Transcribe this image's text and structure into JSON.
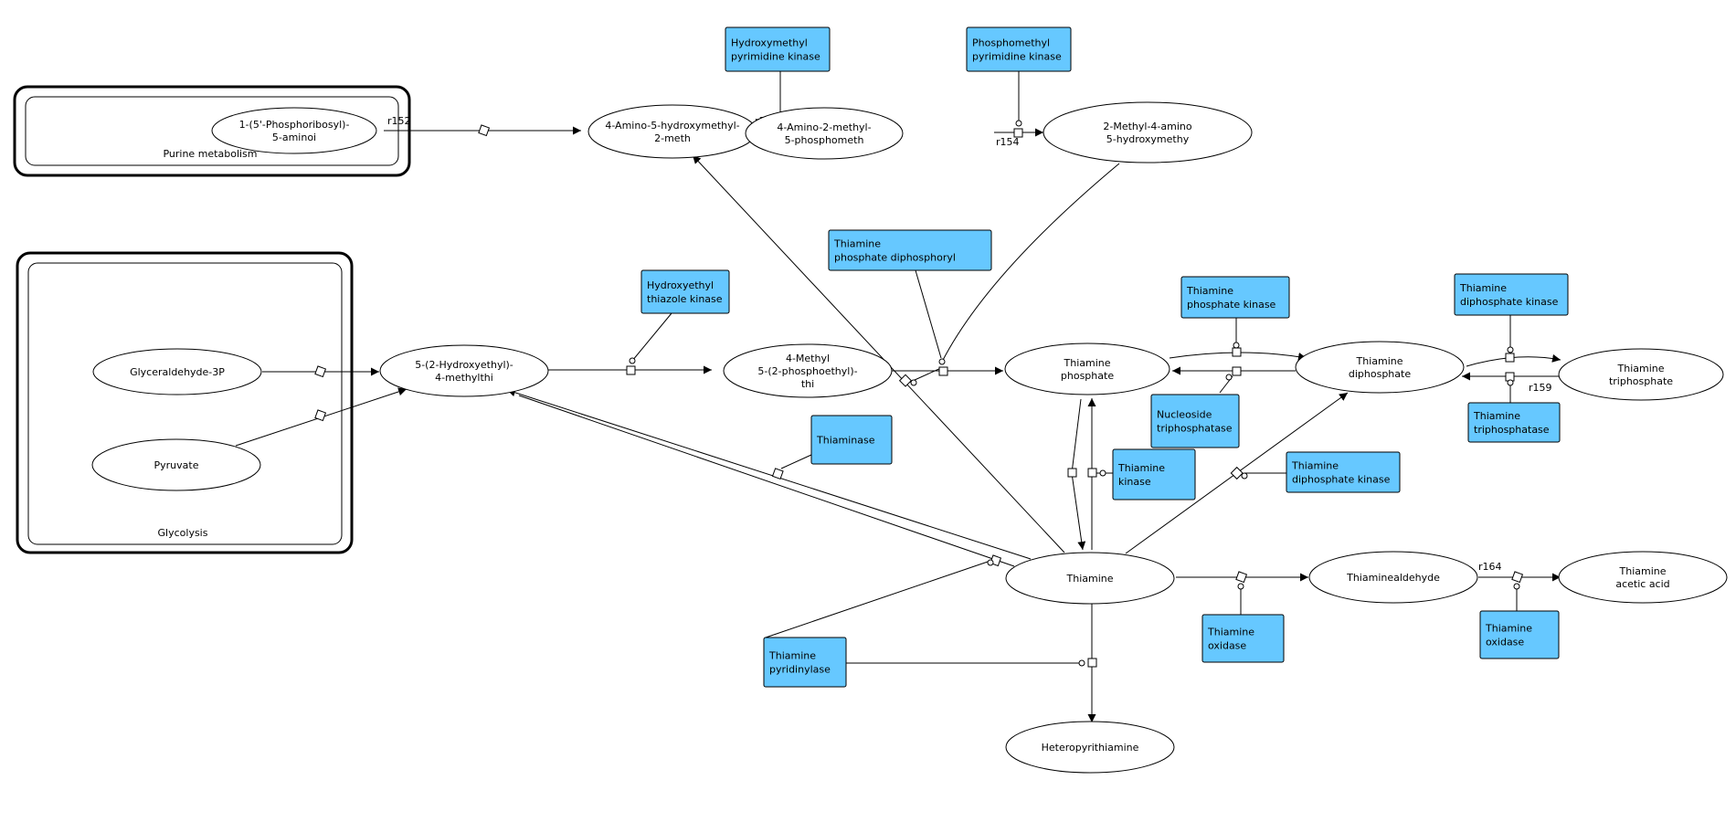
{
  "compartments": [
    {
      "id": "purine",
      "label": "Purine metabolism"
    },
    {
      "id": "glyco",
      "label": "Glycolysis"
    }
  ],
  "nodes": [
    {
      "id": "prib",
      "lines": [
        "1-(5'-Phosphoribosyl)-",
        "5-aminoi"
      ]
    },
    {
      "id": "ahm",
      "lines": [
        "4-Amino-5-hydroxymethyl-",
        "2-meth"
      ]
    },
    {
      "id": "amp",
      "lines": [
        "4-Amino-2-methyl-",
        "5-phosphometh"
      ]
    },
    {
      "id": "mah",
      "lines": [
        "2-Methyl-4-amino",
        "5-hydroxymethy"
      ]
    },
    {
      "id": "g3p",
      "lines": [
        "Glyceraldehyde-3P"
      ]
    },
    {
      "id": "pyr",
      "lines": [
        "Pyruvate"
      ]
    },
    {
      "id": "hmt",
      "lines": [
        "5-(2-Hydroxyethyl)-",
        "4-methylthi"
      ]
    },
    {
      "id": "mpt",
      "lines": [
        "4-Methyl",
        "5-(2-phosphoethyl)-",
        "thi"
      ]
    },
    {
      "id": "tp",
      "lines": [
        "Thiamine",
        "phosphate"
      ]
    },
    {
      "id": "tdp",
      "lines": [
        "Thiamine",
        "diphosphate"
      ]
    },
    {
      "id": "ttp",
      "lines": [
        "Thiamine",
        "triphosphate"
      ]
    },
    {
      "id": "thi",
      "lines": [
        "Thiamine"
      ]
    },
    {
      "id": "tald",
      "lines": [
        "Thiaminealdehyde"
      ]
    },
    {
      "id": "taa",
      "lines": [
        "Thiamine",
        "acetic acid"
      ]
    },
    {
      "id": "het",
      "lines": [
        "Heteropyrithiamine"
      ]
    }
  ],
  "enzymes": [
    {
      "id": "e_hmpk",
      "lines": [
        "Hydroxymethyl",
        "pyrimidine kinase"
      ]
    },
    {
      "id": "e_pmpk",
      "lines": [
        "Phosphomethyl",
        "pyrimidine kinase"
      ]
    },
    {
      "id": "e_tpd",
      "lines": [
        "Thiamine",
        "phosphate diphosphoryl"
      ]
    },
    {
      "id": "e_htk",
      "lines": [
        "Hydroxyethyl",
        "thiazole kinase"
      ]
    },
    {
      "id": "e_tpk",
      "lines": [
        "Thiamine",
        "phosphate kinase"
      ]
    },
    {
      "id": "e_tdk1",
      "lines": [
        "Thiamine",
        "diphosphate kinase"
      ]
    },
    {
      "id": "e_ntp",
      "lines": [
        "Nucleoside",
        "triphosphatase"
      ]
    },
    {
      "id": "e_ttpase",
      "lines": [
        "Thiamine",
        "triphosphatase"
      ]
    },
    {
      "id": "e_thiaminase",
      "lines": [
        "Thiaminase"
      ]
    },
    {
      "id": "e_tk",
      "lines": [
        "Thiamine",
        "kinase"
      ]
    },
    {
      "id": "e_tdk2",
      "lines": [
        "Thiamine",
        "diphosphate kinase"
      ]
    },
    {
      "id": "e_to1",
      "lines": [
        "Thiamine",
        "oxidase"
      ]
    },
    {
      "id": "e_to2",
      "lines": [
        "Thiamine",
        "oxidase"
      ]
    },
    {
      "id": "e_tpyr",
      "lines": [
        "Thiamine",
        "pyridinylase"
      ]
    }
  ],
  "reaction_labels": [
    {
      "id": "r152",
      "text": "r152"
    },
    {
      "id": "r153",
      "text": "r153"
    },
    {
      "id": "r154",
      "text": "r154"
    },
    {
      "id": "r159",
      "text": "r159"
    },
    {
      "id": "r164",
      "text": "r164"
    }
  ]
}
